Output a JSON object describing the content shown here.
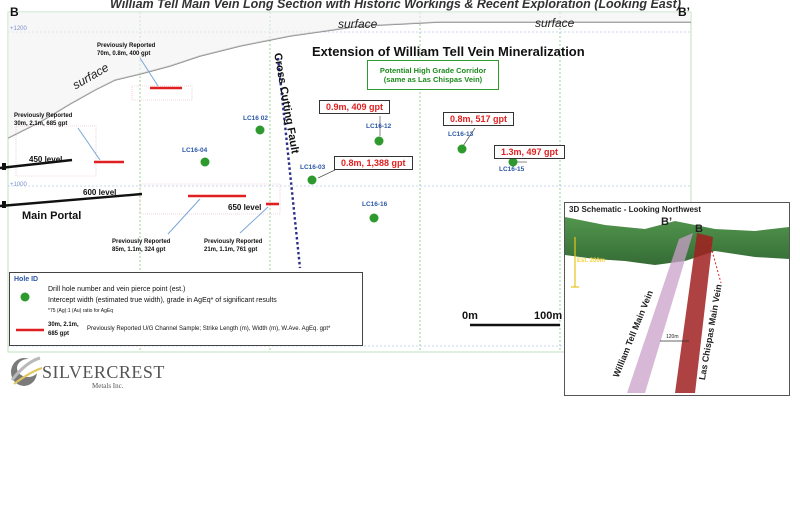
{
  "title": "William Tell Main Vein Long Section with Historic Workings & Recent Exploration (Looking East)",
  "section_ends": {
    "left": "B",
    "right": "B’"
  },
  "surface_labels": [
    "surface",
    "surface",
    "surface"
  ],
  "elevation_ticks": [
    "+1200",
    "+1000"
  ],
  "fault_label": "Cross Cutting Fault",
  "extension_title": "Extension of William Tell Vein Mineralization",
  "corridor": {
    "line1": "Potential High Grade Corridor",
    "line2": "(same as Las Chispas Vein)"
  },
  "drill_holes": [
    {
      "id": "LC16 02",
      "grade": ""
    },
    {
      "id": "LC16-04",
      "grade": ""
    },
    {
      "id": "LC16-03",
      "grade": "0.8m, 1,388 gpt"
    },
    {
      "id": "LC16-12",
      "grade": "0.9m, 409 gpt"
    },
    {
      "id": "LC16-13",
      "grade": "0.8m, 517 gpt"
    },
    {
      "id": "LC16-15",
      "grade": "1.3m, 497 gpt"
    },
    {
      "id": "LC16-16",
      "grade": ""
    }
  ],
  "historic_samples": [
    {
      "line1": "Previously Reported",
      "line2": "70m, 0.8m, 400 gpt"
    },
    {
      "line1": "Previously Reported",
      "line2": "30m, 2.1m, 685 gpt"
    },
    {
      "line1": "Previously Reported",
      "line2": "85m, 1.1m, 324 gpt"
    },
    {
      "line1": "Previously Reported",
      "line2": "21m, 1.1m, 761 gpt"
    }
  ],
  "levels": [
    "450 level",
    "600 level",
    "650 level"
  ],
  "main_portal": "Main Portal",
  "legend": {
    "heading": "Hole ID",
    "drill_line1": "Drill  hole number and vein pierce point (est.)",
    "drill_line2": "Intercept width (estimated true width), grade in AgEq* of significant results",
    "footnote": "*75 (Ag):1 (Au) ratio for AgEq",
    "sample_prefix_1": "30m, 2.1m,",
    "sample_prefix_2": "685  gpt",
    "sample_text": "Previously Reported U/G Channel Sample; Strike Length (m), Width (m), W.Ave. AgEq. gpt*"
  },
  "scale": {
    "start": "0m",
    "end": "100m"
  },
  "logo": {
    "word": "SILVERCREST",
    "sub": "Metals Inc."
  },
  "inset": {
    "title": "3D Schematic - Looking Northwest",
    "depth_label": "Est. 200m",
    "b_label": "B",
    "b_prime_label": "B’",
    "spacing_label": "120m",
    "vein1": "William Tell Main Vein",
    "vein2": "Las Chispas Main Vein"
  },
  "colors": {
    "drill_hole": "#2e9a2e",
    "sample_line": "#e02020",
    "grid": "#7ec87e",
    "fault": "#2b2f8a",
    "hole_id": "#2b57a8"
  }
}
